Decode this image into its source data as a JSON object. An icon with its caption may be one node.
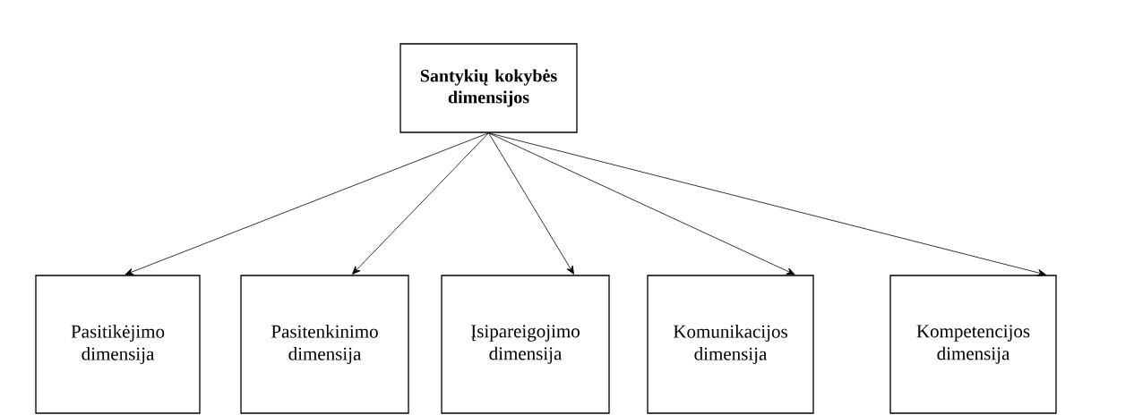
{
  "diagram": {
    "nodes": [
      {
        "text": [
          "Santykių kokybės dimensijos"
        ]
      },
      {
        "text": [
          "Pasitikėjimo dimensija"
        ]
      },
      {
        "text": [
          "Pasitenkinimo dimensija"
        ]
      },
      {
        "text": [
          "Įsipareigojimo dimensija"
        ]
      },
      {
        "text": [
          "Komunikacijos dimensija"
        ]
      },
      {
        "text": [
          "Kompetencijos dimensija"
        ]
      }
    ],
    "edges": [
      {
        "from": 0,
        "to": 1,
        "arrow": "to"
      },
      {
        "from": 0,
        "to": 2,
        "arrow": "to"
      },
      {
        "from": 0,
        "to": 3,
        "arrow": "to"
      },
      {
        "from": 0,
        "to": 4,
        "arrow": "to"
      },
      {
        "from": 0,
        "to": 5,
        "arrow": "to"
      }
    ]
  }
}
